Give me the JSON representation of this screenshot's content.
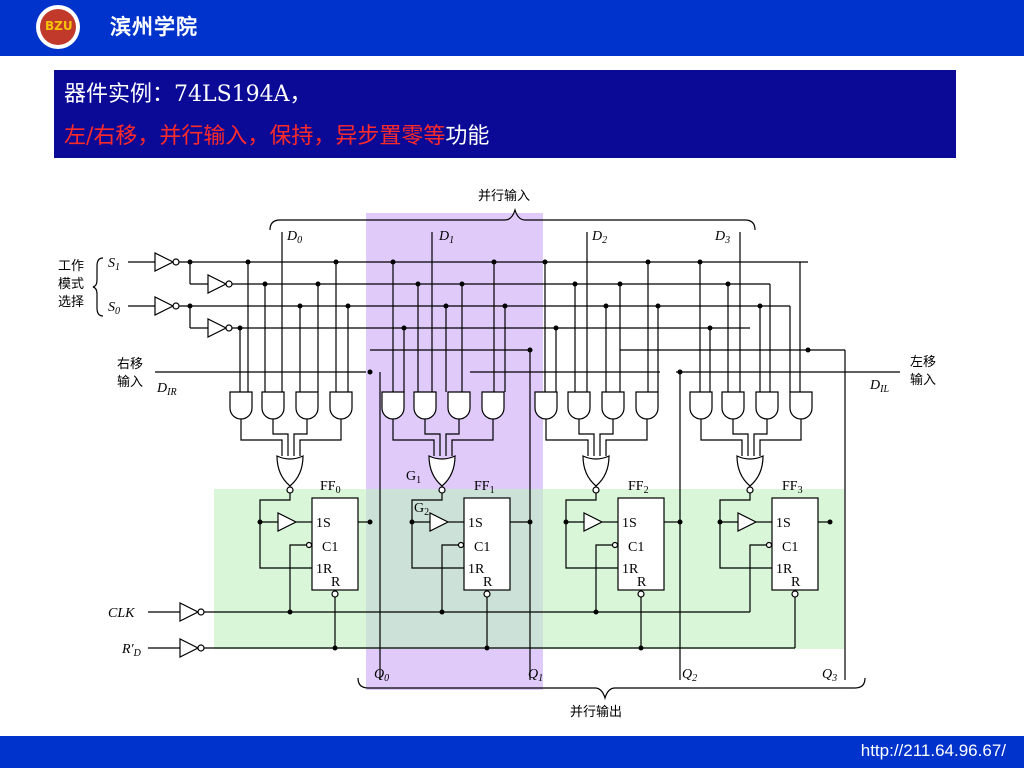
{
  "header": {
    "school": "滨州学院",
    "logo_text": "BZU"
  },
  "title": {
    "line1": "器件实例：74LS194A，",
    "line2_red": "左/右移，并行输入，保持，异步置零等",
    "line2_white": "功能"
  },
  "footer": {
    "url": "http://211.64.96.67/"
  },
  "diagram": {
    "parallel_input": "并行输入",
    "parallel_output": "并行输出",
    "mode_select": [
      "工作",
      "模式",
      "选择"
    ],
    "right_shift": [
      "右移",
      "输入"
    ],
    "left_shift": [
      "左移",
      "输入"
    ],
    "signals": {
      "S": "S",
      "S1_sub": "1",
      "S0_sub": "0",
      "D": "D",
      "DIR_sub": "IR",
      "DIL_sub": "IL",
      "Q": "Q",
      "CLK": "CLK",
      "RD": "R′",
      "RD_sub": "D",
      "G": "G",
      "G1_sub": "1",
      "G2_sub": "2"
    },
    "data_subs": [
      "0",
      "1",
      "2",
      "3"
    ],
    "ff_labels": [
      "FF",
      "FF",
      "FF",
      "FF"
    ],
    "ff_pins": {
      "s": "1S",
      "c": "C1",
      "r1": "1R",
      "r": "R"
    }
  },
  "colors": {
    "bar": "#0033cc",
    "title_bg": "#0a0a96",
    "highlight_red": "#ff2a2a",
    "purple_region": "#c9a8f5",
    "green_region": "#c6f0c6"
  }
}
